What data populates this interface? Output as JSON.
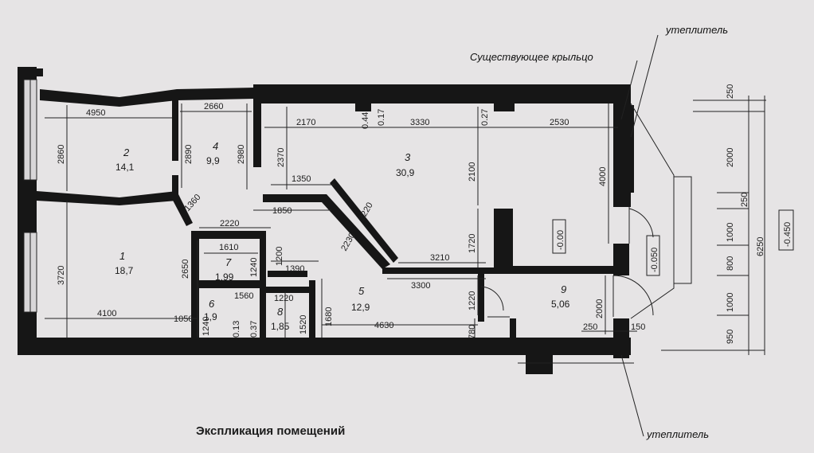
{
  "labels": {
    "insulation_top": "утеплитель",
    "insulation_bottom": "утеплитель",
    "porch": "Существующее крыльцо",
    "caption": "Экспликация помещений"
  },
  "rooms": [
    {
      "num": "1",
      "area": "18,7"
    },
    {
      "num": "2",
      "area": "14,1"
    },
    {
      "num": "3",
      "area": "30,9"
    },
    {
      "num": "4",
      "area": "9,9"
    },
    {
      "num": "5",
      "area": "12,9"
    },
    {
      "num": "6",
      "area": "1,9"
    },
    {
      "num": "7",
      "area": "1,99"
    },
    {
      "num": "8",
      "area": "1,85"
    },
    {
      "num": "9",
      "area": "5,06"
    }
  ],
  "levels": [
    "-0.00",
    "-0.050",
    "-0.450"
  ],
  "dims": {
    "d4950": "4950",
    "d2660": "2660",
    "d2170": "2170",
    "d044": "0.44",
    "d017": "0.17",
    "d3330": "3330",
    "d027": "0.27",
    "d2530": "2530",
    "d2860": "2860",
    "d2890": "2890",
    "d2980": "2980",
    "d2370": "2370",
    "d2100": "2100",
    "d4000": "4000",
    "d1350": "1350",
    "d1850": "1850",
    "d2220a": "2220",
    "d1360": "1360",
    "d2220b": "2220",
    "d2230": "2230",
    "d1720": "1720",
    "d1610": "1610",
    "d1200": "1200",
    "d3210": "3210",
    "d1390": "1390",
    "d2650": "2650",
    "d1240a": "1240",
    "d3300": "3300",
    "d3720": "3720",
    "d1560": "1560",
    "d1220a": "1220",
    "d1520": "1520",
    "d1680": "1680",
    "d1220b": "1220",
    "d2000a": "2000",
    "d4100": "4100",
    "d1050": "1050",
    "d1240b": "1240",
    "d013": "0.13",
    "d037": "0.37",
    "d4630": "4630",
    "d780": "780",
    "d250a": "250",
    "d150": "150",
    "r250": "250",
    "r2000": "2000",
    "r250b": "250",
    "r1000a": "1000",
    "r800": "800",
    "r1000b": "1000",
    "r950": "950",
    "r6250": "6250"
  }
}
